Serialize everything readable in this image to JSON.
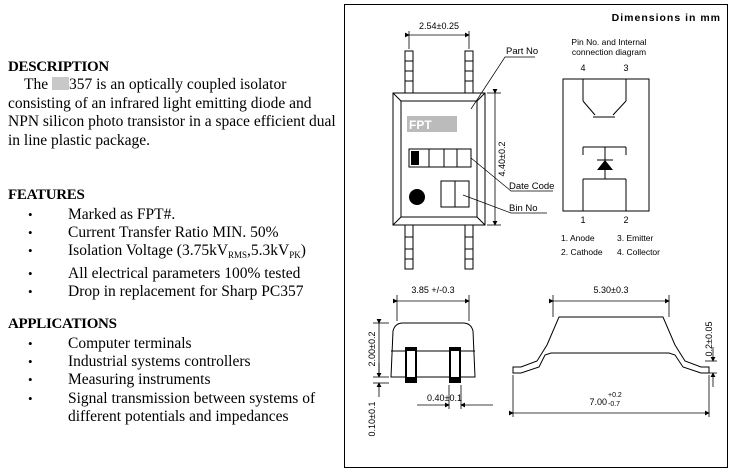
{
  "description": {
    "heading": "DESCRIPTION",
    "text_before": "The ",
    "text_after": "357 is an optically coupled isolator consisting of an infrared light emitting diode and NPN silicon photo transistor in a space efficient dual in line plastic package."
  },
  "features": {
    "heading": "FEATURES",
    "items": [
      "Marked as FPT#.",
      "Current Transfer Ratio MIN. 50%",
      "Drop in replacement for Sharp PC357"
    ],
    "isolation": {
      "prefix": "Isolation Voltage (3.75kV",
      "sub1": "RMS",
      "mid": ",5.3kV",
      "sub2": "PK",
      "suffix": ")"
    },
    "all_params": "All electrical parameters 100% tested"
  },
  "applications": {
    "heading": "APPLICATIONS",
    "items": [
      "Computer terminals",
      "Industrial systems controllers",
      "Measuring instruments",
      "Signal transmission between systems of different potentials and impedances"
    ]
  },
  "diagram": {
    "title": "Dimensions in mm",
    "top_width": "2.54±0.25",
    "height_dim": "4.40±0.2",
    "part_no": "Part No",
    "date_code": "Date Code",
    "bin_no": "Bin No",
    "pin_title_1": "Pin No. and Internal",
    "pin_title_2": "connection diagram",
    "pin_4": "4",
    "pin_3": "3",
    "pin_1": "1",
    "pin_2": "2",
    "pin_legend": [
      "1. Anode",
      "3. Emitter",
      "2. Cathode",
      "4. Collector"
    ],
    "side_width": "3.85 +/-0.3",
    "side_height": "2.00±0.2",
    "lead_width": "0.40±0.1",
    "standoff": "0.10±0.1",
    "end_width": "5.30±0.3",
    "lead_thick": "0.2±0.05",
    "overall_main": "7.00",
    "overall_tol_up": "+0.2",
    "overall_tol_down": "-0.7"
  }
}
